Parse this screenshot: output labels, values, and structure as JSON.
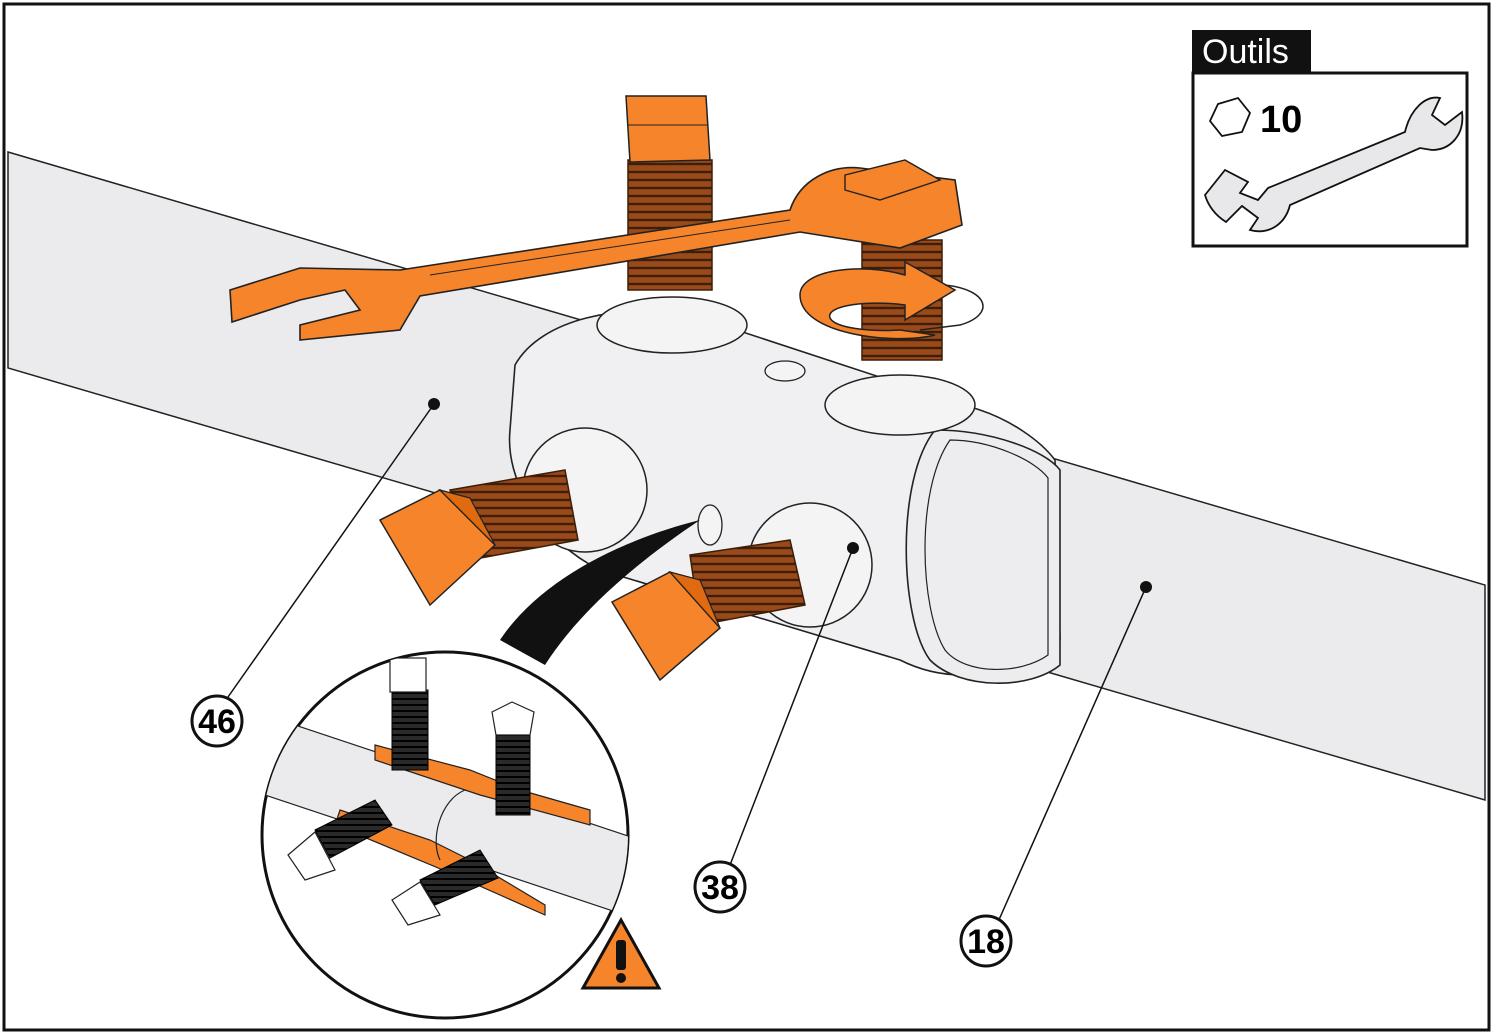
{
  "tools": {
    "title": "Outils",
    "wrench_size": "10",
    "hex_icon": "hexagon-icon",
    "wrench_icon": "open-end-wrench-icon"
  },
  "callouts": {
    "left_tube": "46",
    "connector": "38",
    "right_tube": "18"
  },
  "warning_icon": "warning-triangle-icon",
  "rotation_icon": "clockwise-rotation-arrow-icon",
  "colors": {
    "accent": "#F5842A",
    "thread": "#8B4513",
    "tube": "#EBEBED",
    "line": "#1a1a1a"
  }
}
